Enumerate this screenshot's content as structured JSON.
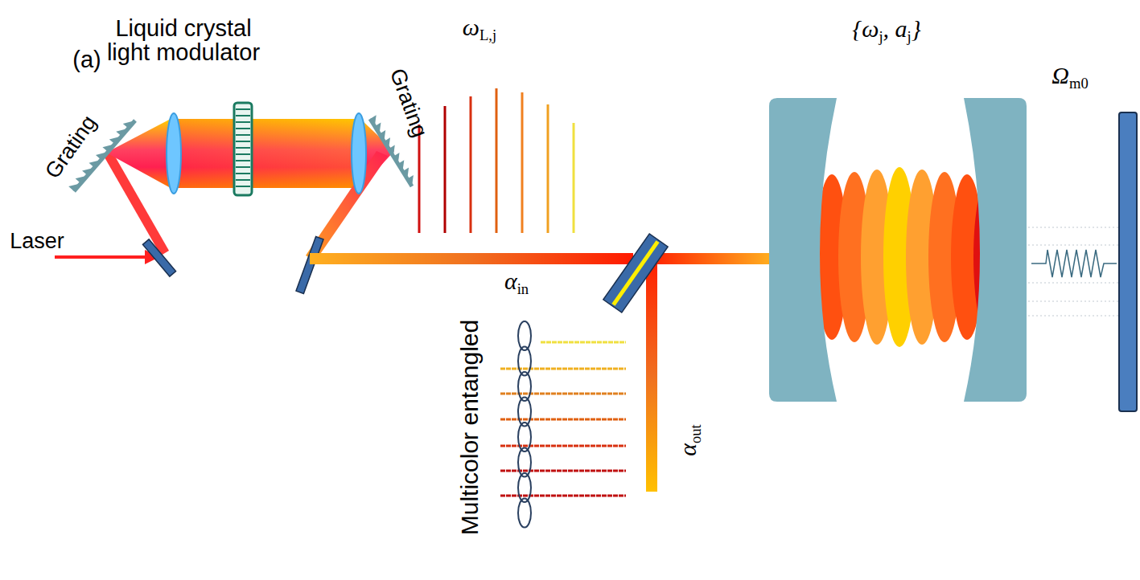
{
  "diagram": {
    "labels": [
      "(a)",
      "Liquid crystal light modulator",
      "Grating",
      "Grating",
      "ωL,j",
      "Laser",
      "αin",
      "{ωj, aj}",
      "Ωm0",
      "Multicolor entangled",
      "αout"
    ]
  }
}
